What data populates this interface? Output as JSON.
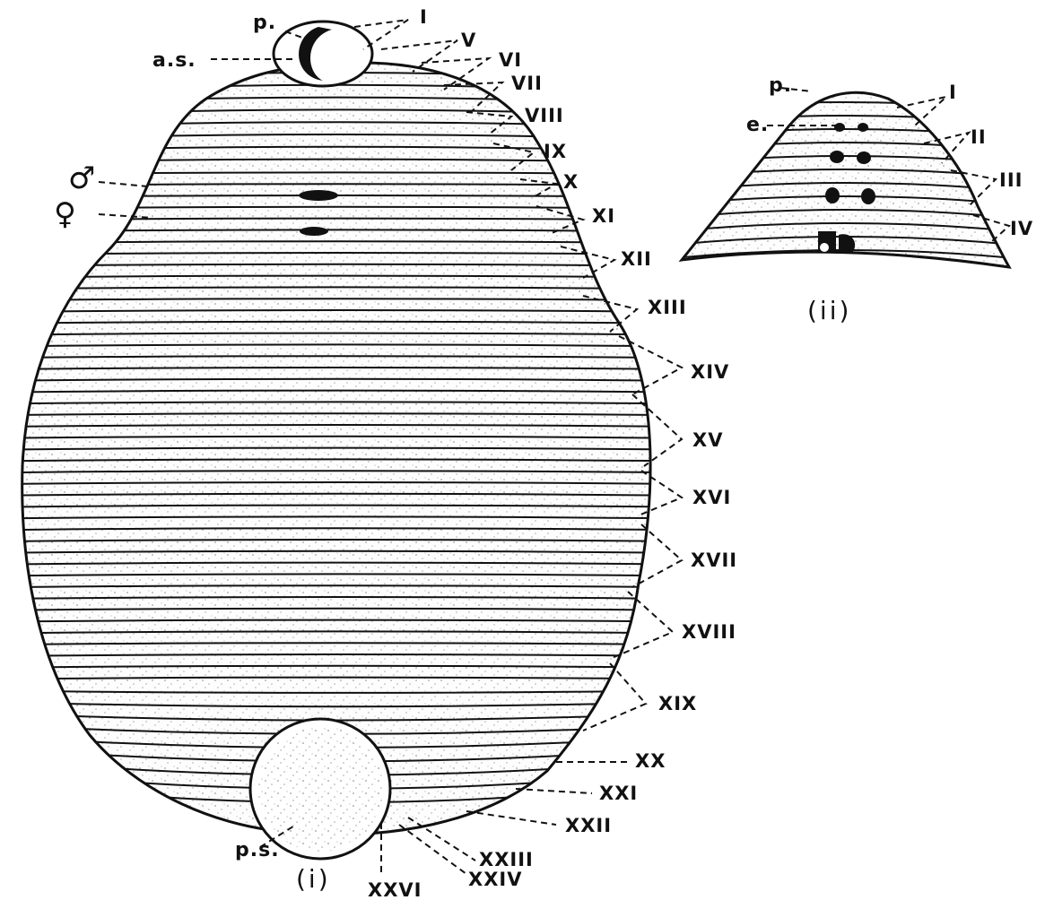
{
  "figure_i": {
    "caption": "(i)",
    "labels": {
      "p": "p.",
      "as": "a.s.",
      "male": "♂",
      "female": "♀",
      "ps": "p.s."
    },
    "segments": [
      "I",
      "V",
      "VI",
      "VII",
      "VIII",
      "IX",
      "X",
      "XI",
      "XII",
      "XIII",
      "XIV",
      "XV",
      "XVI",
      "XVII",
      "XVIII",
      "XIX",
      "XX",
      "XXI",
      "XXII",
      "XXIII",
      "XXIV",
      "XXVI"
    ]
  },
  "figure_ii": {
    "caption": "(ii)",
    "labels": {
      "p": "p.",
      "e": "e."
    },
    "segments": [
      "I",
      "II",
      "III",
      "IV"
    ]
  }
}
